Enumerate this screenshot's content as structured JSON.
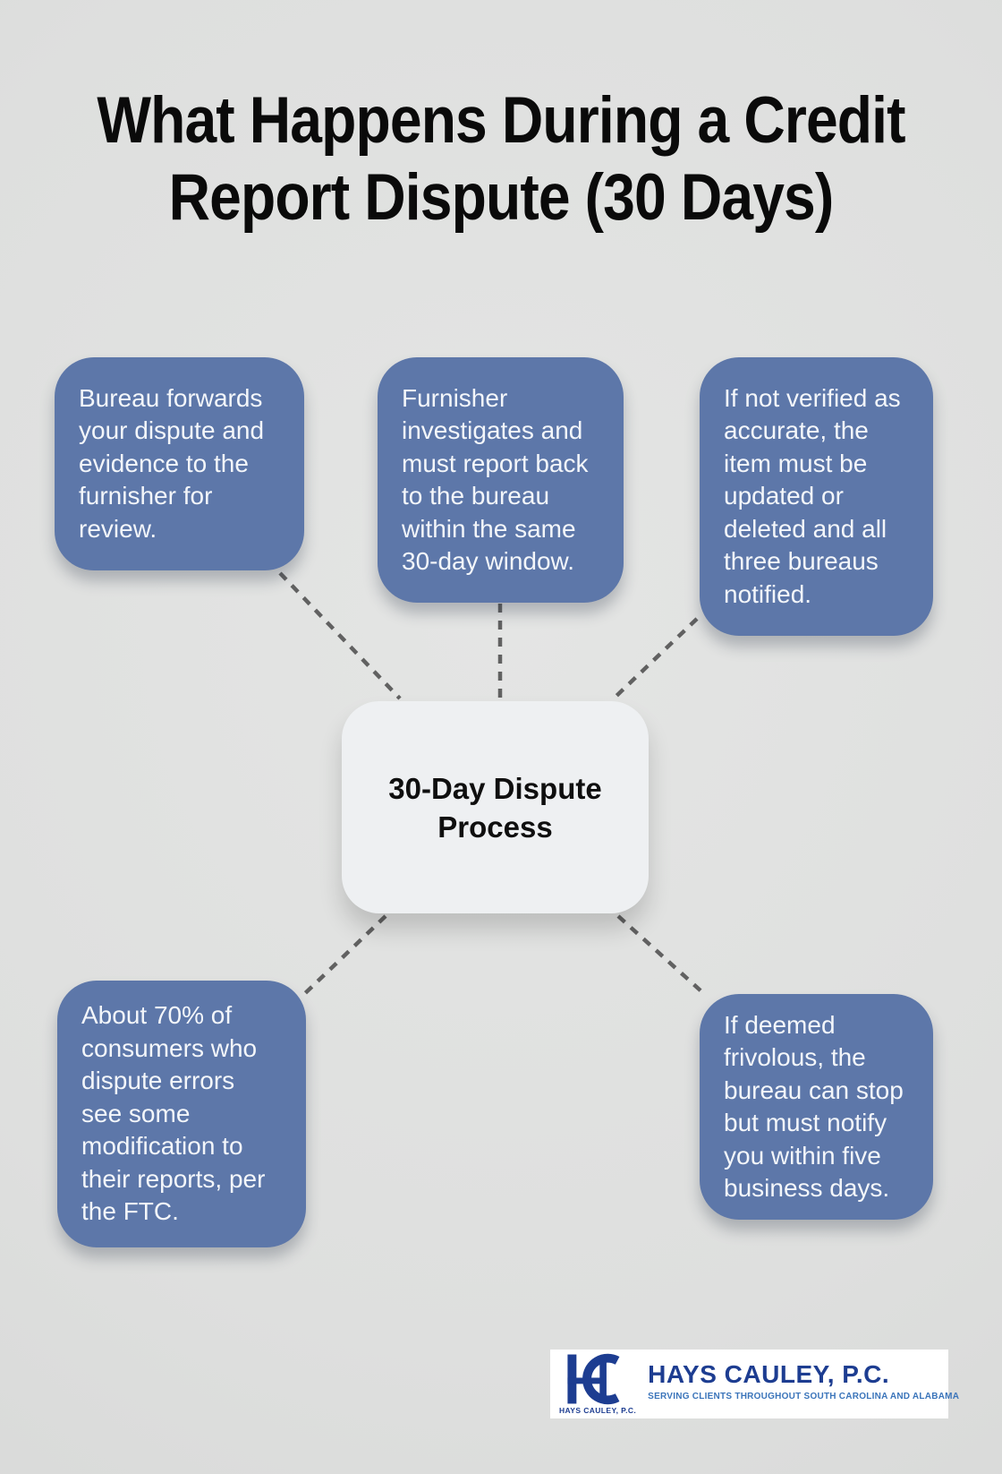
{
  "title": {
    "text": "What Happens During a Credit Report Dispute (30 Days)",
    "lines": [
      "What Happens During a Credit",
      "Report Dispute (30 Days)"
    ]
  },
  "center_node": {
    "text": "30-Day Dispute Process",
    "lines": [
      "30-Day Dispute",
      "Process"
    ]
  },
  "nodes": {
    "top_left": {
      "text": "Bureau forwards your dispute and evidence to the furnisher for review.",
      "lines": [
        "Bureau forwards",
        "your dispute and",
        "evidence to the",
        "furnisher for",
        "review."
      ]
    },
    "top_middle": {
      "text": "Furnisher investigates and must report back to the bureau within the same 30-day window.",
      "lines": [
        "Furnisher",
        "investigates and",
        "must report back",
        "to the bureau",
        "within the same",
        "30-day window."
      ]
    },
    "top_right": {
      "text": "If not verified as accurate, the item must be updated or deleted and all three bureaus notified.",
      "lines": [
        "If not verified as",
        "accurate, the",
        "item must be",
        "updated or",
        "deleted and all",
        "three bureaus",
        "notified."
      ]
    },
    "bottom_left": {
      "text": "About 70% of consumers who dispute errors see some modification to their reports, per the FTC.",
      "lines": [
        "About 70% of",
        "consumers who",
        "dispute errors",
        "see some",
        "modification to",
        "their reports, per",
        "the FTC."
      ]
    },
    "bottom_right": {
      "text": "If deemed frivolous, the bureau can stop but must notify you within five business days.",
      "lines": [
        "If deemed",
        "frivolous, the",
        "bureau can stop",
        "but must notify",
        "you within five",
        "business days."
      ]
    }
  },
  "logo": {
    "monogram": "HC",
    "name": "HAYS CAULEY, P.C.",
    "tagline": "SERVING CLIENTS THROUGHOUT SOUTH CAROLINA AND ALABAMA",
    "caption": "HAYS CAULEY, P.C."
  },
  "colors": {
    "node_fill": "#5d77a9",
    "node_text": "#f3f6fa",
    "canvas_background": "#dedfde",
    "center_fill": "#eef0f2",
    "connector_line": "#616161",
    "title_text": "#0a0a0a",
    "logo_navy": "#1d3d91",
    "logo_tagline_blue": "#3a74ba",
    "logo_background": "#ffffff"
  }
}
